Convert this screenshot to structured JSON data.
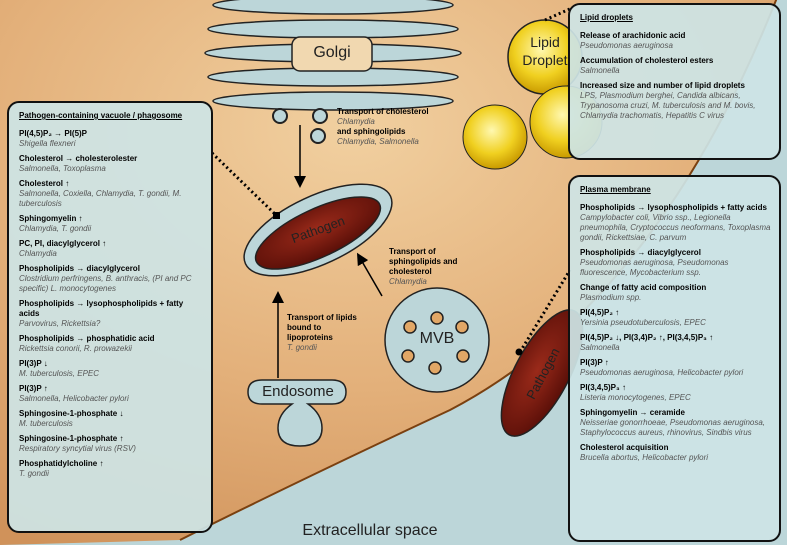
{
  "labels": {
    "golgi": "Golgi",
    "lipid_droplet": [
      "Lipid",
      "Droplet"
    ],
    "pathogen": "Pathogen",
    "mvb": "MVB",
    "endosome": "Endosome",
    "extracellular": "Extracellular space"
  },
  "arrows": {
    "cholesterol_transport": {
      "h1": "Transport of cholesterol",
      "s1": "Chlamydia",
      "h2": "and sphingolipids",
      "s2": "Chlamydia, Salmonella"
    },
    "sphingolipid_transport": {
      "h": "Transport of sphingolipids and cholesterol",
      "s": "Chlamydia"
    },
    "lipoprotein_transport": {
      "h": "Transport of lipids bound to lipoproteins",
      "s": "T. gondii"
    }
  },
  "vacuole_box": {
    "title": "Pathogen-containing vacuole / phagosome",
    "entries": [
      {
        "h": "PI(4,5)P₂ → PI(5)P",
        "s": "Shigella flexneri"
      },
      {
        "h": "Cholesterol → cholesterolester",
        "s": "Salmonella, Toxoplasma"
      },
      {
        "h": "Cholesterol ↑",
        "s": "Salmonella, Coxiella, Chlamydia, T. gondii, M. tuberculosis"
      },
      {
        "h": "Sphingomyelin ↑",
        "s": "Chlamydia, T. gondii"
      },
      {
        "h": "PC, PI, diacylglycerol ↑",
        "s": "Chlamydia"
      },
      {
        "h": "Phospholipids → diacylglycerol",
        "s": "Clostridium perfringens, B. anthracis, (PI and PC specific) L. monocytogenes"
      },
      {
        "h": "Phospholipids → lysophospholipids + fatty acids",
        "s": "Parvovirus, Rickettsia?"
      },
      {
        "h": "Phospholipids → phosphatidic acid",
        "s": "Rickettsia conorii, R. prowazekii"
      },
      {
        "h": "PI(3)P ↓",
        "s": "M. tuberculosis, EPEC"
      },
      {
        "h": "PI(3)P ↑",
        "s": "Salmonella, Helicobacter pylori"
      },
      {
        "h": "Sphingosine-1-phosphate ↓",
        "s": "M. tuberculosis"
      },
      {
        "h": "Sphingosine-1-phosphate ↑",
        "s": "Respiratory syncytial virus (RSV)"
      },
      {
        "h": "Phosphatidylcholine ↑",
        "s": "T. gondii"
      }
    ]
  },
  "droplet_box": {
    "title": "Lipid droplets",
    "entries": [
      {
        "h": "Release of arachidonic acid",
        "s": "Pseudomonas aeruginosa"
      },
      {
        "h": "Accumulation of cholesterol esters",
        "s": "Salmonella"
      },
      {
        "h": "Increased size and number of lipid droplets",
        "s": "LPS, Plasmodium berghei, Candida albicans, Trypanosoma cruzi, M. tuberculosis and M. bovis, Chlamydia trachomatis, Hepatitis C virus"
      }
    ]
  },
  "membrane_box": {
    "title": "Plasma membrane",
    "entries": [
      {
        "h": "Phospholipids → lysophospholipids + fatty acids",
        "s": "Campylobacter coli, Vibrio ssp., Legionella pneumophila, Cryptococcus neoformans, Toxoplasma gondii, Rickettsiae, C. parvum"
      },
      {
        "h": "Phospholipids → diacylglycerol",
        "s": "Pseudomonas aeruginosa, Pseudomonas fluorescence, Mycobacterium ssp."
      },
      {
        "h": "Change of fatty acid composition",
        "s": "Plasmodium spp."
      },
      {
        "h": "PI(4,5)P₂ ↑",
        "s": "Yersinia pseudotuberculosis, EPEC"
      },
      {
        "h": "PI(4,5)P₂ ↓, PI(3,4)P₂ ↑, PI(3,4,5)P₃ ↑",
        "s": "Salmonella"
      },
      {
        "h": "PI(3)P ↑",
        "s": "Pseudomonas aeruginosa, Helicobacter pylori"
      },
      {
        "h": "PI(3,4,5)P₃ ↑",
        "s": "Listeria monocytogenes, EPEC"
      },
      {
        "h": "Sphingomyelin → ceramide",
        "s": "Neisseriae gonorrhoeae, Pseudomonas aeruginosa, Staphylococcus aureus, rhinovirus, Sindbis virus"
      },
      {
        "h": "Cholesterol acquisition",
        "s": "Brucella abortus, Helicobacter pylori"
      }
    ]
  }
}
